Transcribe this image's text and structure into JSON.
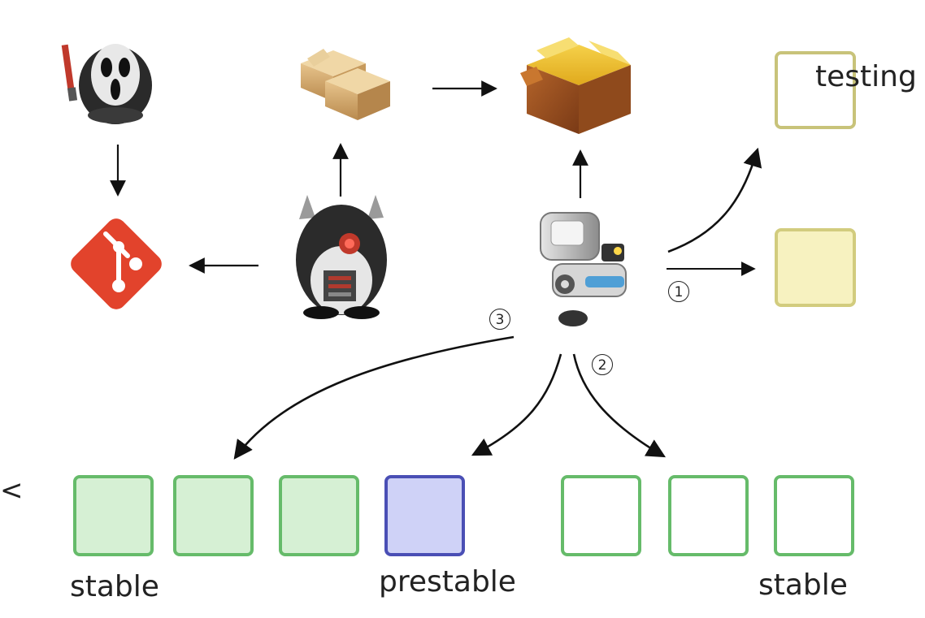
{
  "labels": {
    "testing": "testing",
    "stable_left": "stable",
    "prestable": "prestable",
    "stable_right": "stable"
  },
  "step_numbers": {
    "one": "1",
    "two": "2",
    "three": "3"
  },
  "edge_glyph": "<",
  "colors": {
    "arrow": "#111111",
    "testing_border": "#c8c37a",
    "yellow_fill": "#f7f2c0",
    "yellow_border": "#d2cc7e",
    "green_fill": "#d6f0d4",
    "green_border": "#66bb6a",
    "blue_fill": "#cfd2f7",
    "blue_border": "#4a4fb5",
    "git_red": "#e2432c"
  },
  "icons": [
    "ghostface-penguin-icon",
    "git-logo-icon",
    "packages-icon",
    "package-box-icon",
    "robot-penguin-icon",
    "wall-e-robot-icon"
  ]
}
